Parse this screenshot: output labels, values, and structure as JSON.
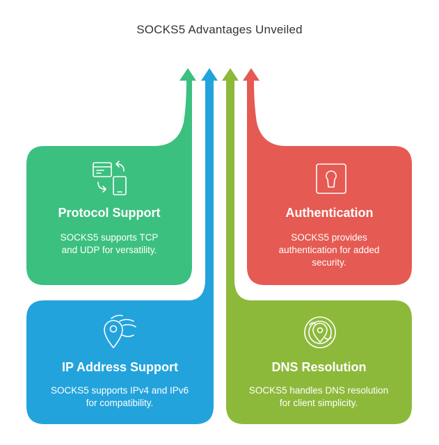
{
  "title": "SOCKS5 Advantages Unveiled",
  "colors": {
    "green": "#3cc07f",
    "red": "#e55a52",
    "blue": "#23a3dc",
    "olive": "#8db93b"
  },
  "cards": [
    {
      "title": "Protocol Support",
      "description": "SOCKS5 supports TCP and UDP for versatility.",
      "icon": "protocol-switch-icon"
    },
    {
      "title": "Authentication",
      "description": "SOCKS5 provides authentication for added security.",
      "icon": "keyhole-icon"
    },
    {
      "title": "IP Address Support",
      "description": "SOCKS5 supports IPv4 and IPv6 for compatibility.",
      "icon": "location-pin-icon"
    },
    {
      "title": "DNS Resolution",
      "description": "SOCKS5 handles DNS resolution for client simplicity.",
      "icon": "dns-target-icon"
    }
  ]
}
